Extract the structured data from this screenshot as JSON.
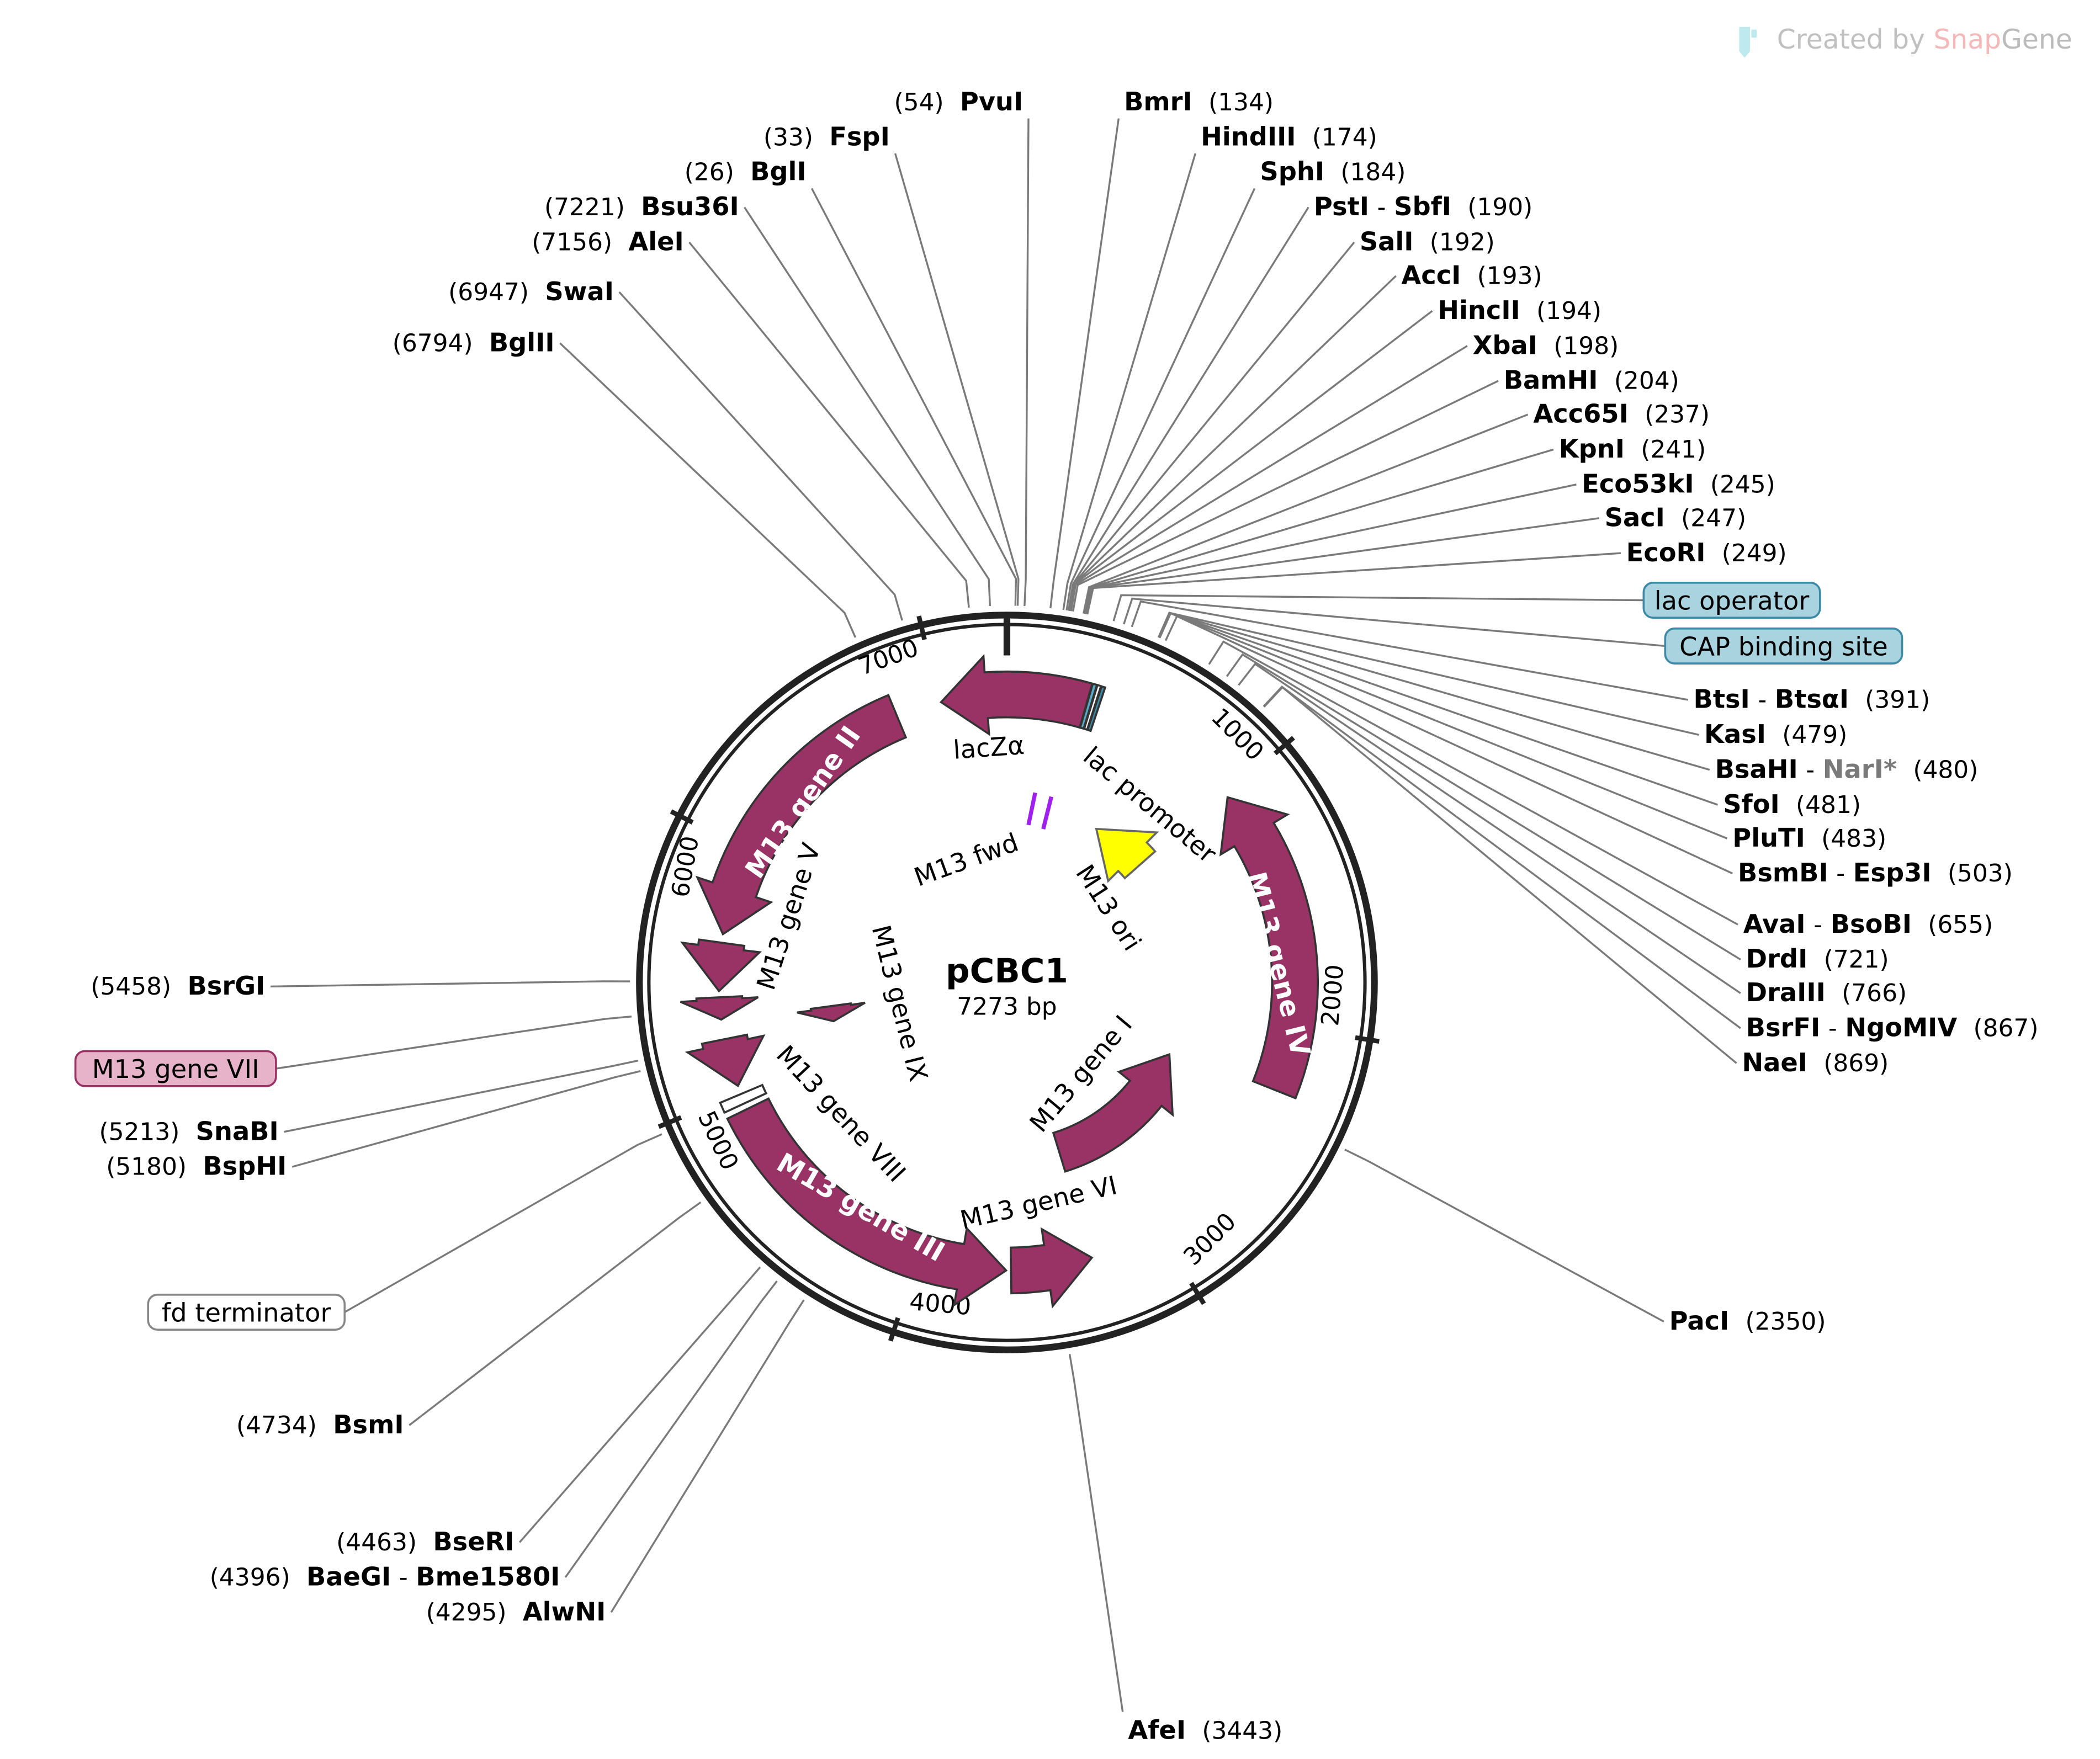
{
  "watermark": {
    "prefix": "Created by ",
    "brand_snap": "Snap",
    "brand_gene": "Gene",
    "icon": "test-tube-icon"
  },
  "plasmid": {
    "name": "pCBC1",
    "length_label": "7273 bp",
    "length_bp": 7273
  },
  "ticks": [
    {
      "bp": 1000,
      "label": "1000"
    },
    {
      "bp": 2000,
      "label": "2000"
    },
    {
      "bp": 3000,
      "label": "3000"
    },
    {
      "bp": 4000,
      "label": "4000"
    },
    {
      "bp": 5000,
      "label": "5000"
    },
    {
      "bp": 6000,
      "label": "6000"
    },
    {
      "bp": 7000,
      "label": "7000"
    }
  ],
  "enzymes": [
    {
      "name": "BmrI",
      "pos": 134,
      "pos_text": "(134)"
    },
    {
      "name": "HindIII",
      "pos": 174,
      "pos_text": "(174)"
    },
    {
      "name": "SphI",
      "pos": 184,
      "pos_text": "(184)"
    },
    {
      "name": "PstI",
      "name2": "SbfI",
      "pos": 190,
      "pos_text": "(190)"
    },
    {
      "name": "SalI",
      "pos": 192,
      "pos_text": "(192)"
    },
    {
      "name": "AccI",
      "pos": 193,
      "pos_text": "(193)"
    },
    {
      "name": "HincII",
      "pos": 194,
      "pos_text": "(194)"
    },
    {
      "name": "XbaI",
      "pos": 198,
      "pos_text": "(198)"
    },
    {
      "name": "BamHI",
      "pos": 204,
      "pos_text": "(204)"
    },
    {
      "name": "Acc65I",
      "pos": 237,
      "pos_text": "(237)"
    },
    {
      "name": "KpnI",
      "pos": 241,
      "pos_text": "(241)"
    },
    {
      "name": "Eco53kI",
      "pos": 245,
      "pos_text": "(245)"
    },
    {
      "name": "SacI",
      "pos": 247,
      "pos_text": "(247)"
    },
    {
      "name": "EcoRI",
      "pos": 249,
      "pos_text": "(249)"
    },
    {
      "name": "BtsI",
      "name2": "BtsαI",
      "pos": 391,
      "pos_text": "(391)"
    },
    {
      "name": "KasI",
      "pos": 479,
      "pos_text": "(479)"
    },
    {
      "name": "BsaHI",
      "name2": "NarI*",
      "name2_dim": true,
      "pos": 480,
      "pos_text": "(480)"
    },
    {
      "name": "SfoI",
      "pos": 481,
      "pos_text": "(481)"
    },
    {
      "name": "PluTI",
      "pos": 483,
      "pos_text": "(483)"
    },
    {
      "name": "BsmBI",
      "name2": "Esp3I",
      "pos": 503,
      "pos_text": "(503)"
    },
    {
      "name": "AvaI",
      "name2": "BsoBI",
      "pos": 655,
      "pos_text": "(655)"
    },
    {
      "name": "DrdI",
      "pos": 721,
      "pos_text": "(721)"
    },
    {
      "name": "DraIII",
      "pos": 766,
      "pos_text": "(766)"
    },
    {
      "name": "BsrFI",
      "name2": "NgoMIV",
      "pos": 867,
      "pos_text": "(867)"
    },
    {
      "name": "NaeI",
      "pos": 869,
      "pos_text": "(869)"
    },
    {
      "name": "PacI",
      "pos": 2350,
      "pos_text": "(2350)"
    },
    {
      "name": "AfeI",
      "pos": 3443,
      "pos_text": "(3443)"
    },
    {
      "name": "PvuI",
      "pos": 54,
      "pos_text": "(54)"
    },
    {
      "name": "FspI",
      "pos": 33,
      "pos_text": "(33)"
    },
    {
      "name": "BglI",
      "pos": 26,
      "pos_text": "(26)"
    },
    {
      "name": "Bsu36I",
      "pos": 7221,
      "pos_text": "(7221)"
    },
    {
      "name": "AleI",
      "pos": 7156,
      "pos_text": "(7156)"
    },
    {
      "name": "SwaI",
      "pos": 6947,
      "pos_text": "(6947)"
    },
    {
      "name": "BglII",
      "pos": 6794,
      "pos_text": "(6794)"
    },
    {
      "name": "BsrGI",
      "pos": 5458,
      "pos_text": "(5458)"
    },
    {
      "name": "SnaBI",
      "pos": 5213,
      "pos_text": "(5213)"
    },
    {
      "name": "BspHI",
      "pos": 5180,
      "pos_text": "(5180)"
    },
    {
      "name": "BsmI",
      "pos": 4734,
      "pos_text": "(4734)"
    },
    {
      "name": "BseRI",
      "pos": 4463,
      "pos_text": "(4463)"
    },
    {
      "name": "BaeGI",
      "name2": "Bme1580I",
      "pos": 4396,
      "pos_text": "(4396)"
    },
    {
      "name": "AlwNI",
      "pos": 4295,
      "pos_text": "(4295)"
    }
  ],
  "features": [
    {
      "name": "lacZα",
      "start": 7006,
      "end": 322,
      "direction": -1,
      "track": "outer",
      "color": "#993366"
    },
    {
      "name": "lac operator",
      "start": 324,
      "end": 340,
      "direction": 0,
      "track": "outer",
      "color": "#5aa9c4"
    },
    {
      "name": "lac promoter",
      "start": 342,
      "end": 356,
      "direction": 0,
      "track": "outer",
      "color": "#ffffff"
    },
    {
      "name": "CAP binding site",
      "start": 358,
      "end": 372,
      "direction": 0,
      "track": "outer",
      "color": "#3d8aa6"
    },
    {
      "name": "M13 gene II",
      "start": 5650,
      "end": 6820,
      "direction": -1,
      "track": "outer",
      "color": "#993366"
    },
    {
      "name": "M13 gene V",
      "start": 5420,
      "end": 5615,
      "direction": -1,
      "track": "outer",
      "color": "#993366"
    },
    {
      "name": "M13 gene VII",
      "start": 5305,
      "end": 5395,
      "direction": -1,
      "track": "outer",
      "color": "#993366"
    },
    {
      "name": "M13 gene VIII",
      "start": 5030,
      "end": 5225,
      "direction": -1,
      "track": "outer",
      "color": "#993366"
    },
    {
      "name": "fd terminator",
      "start": 4955,
      "end": 4995,
      "direction": 0,
      "track": "outer",
      "color": "#ffffff"
    },
    {
      "name": "M13 gene III",
      "start": 3640,
      "end": 4930,
      "direction": -1,
      "track": "outer",
      "color": "#993366"
    },
    {
      "name": "M13 gene VI",
      "start": 3290,
      "end": 3620,
      "direction": -1,
      "track": "outer",
      "color": "#993366"
    },
    {
      "name": "M13 gene IV",
      "start": 1010,
      "end": 2260,
      "direction": -1,
      "track": "outer",
      "color": "#993366"
    },
    {
      "name": "M13 gene I",
      "start": 2300,
      "end": 3290,
      "direction": -1,
      "track": "inner",
      "color": "#993366"
    },
    {
      "name": "M13 ori",
      "start": 610,
      "end": 980,
      "direction": -1,
      "track": "inner",
      "color": "#ffff00"
    },
    {
      "name": "M13 gene IX",
      "start": 5200,
      "end": 5300,
      "direction": -1,
      "track": "inner",
      "color": "#993366"
    },
    {
      "name": "M13 fwd",
      "start": 160,
      "end": 205,
      "direction": 1,
      "track": "primer",
      "color": "#a020f0"
    }
  ],
  "callouts": [
    {
      "label": "lac operator",
      "bp": 332,
      "fill": "#a9d4df",
      "stroke": "#3d8aa6"
    },
    {
      "label": "CAP binding site",
      "bp": 365,
      "fill": "#a9d4df",
      "stroke": "#3d8aa6"
    },
    {
      "label": "M13 gene VII",
      "bp": 5350,
      "fill": "#e6b3c9",
      "stroke": "#993366"
    },
    {
      "label": "fd terminator",
      "bp": 4975,
      "fill": "#ffffff",
      "stroke": "#888888"
    }
  ]
}
